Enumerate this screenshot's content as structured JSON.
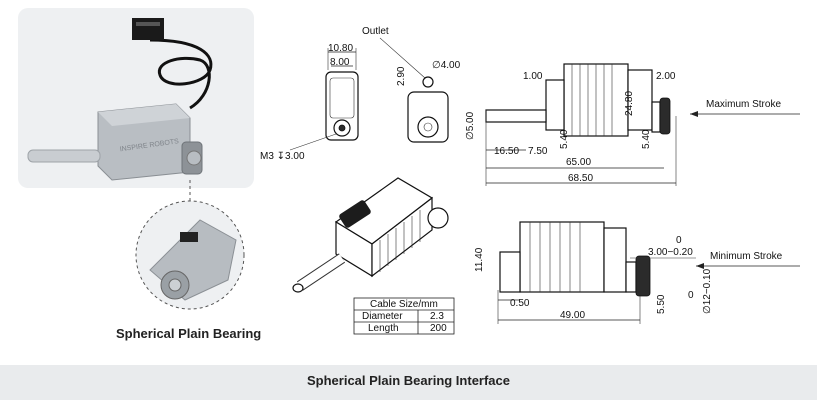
{
  "labels": {
    "outlet": "Outlet",
    "maximum_stroke": "Maximum Stroke",
    "minimum_stroke": "Minimum Stroke",
    "bearing_caption": "Spherical Plain Bearing",
    "footer_title": "Spherical Plain Bearing Interface",
    "brand_text": "INSPIRE ROBOTS"
  },
  "dimensions": {
    "width_outer": "10.80",
    "width_inner": "8.00",
    "thread": "M3 ↧3.00",
    "outlet_height": "2.90",
    "outlet_dia": "∅4.00",
    "rod_dia": "∅5.00",
    "top_left_offset": "1.00",
    "top_right_offset": "2.00",
    "height": "24.80",
    "rod_length": "16.50",
    "rod_step": "7.50",
    "bottom_a": "5.40",
    "bottom_b": "5.40",
    "body_length": "65.00",
    "total_length": "68.50",
    "min_height": "11.40",
    "tol_zero": "0",
    "tol_range": "3.00−0.20",
    "min_offset": "0.50",
    "min_length": "49.00",
    "min_small": "5.50",
    "min_dia": "∅12−0.10",
    "min_dia_zero": "0"
  },
  "cable_table": {
    "title": "Cable Size/mm",
    "rows": [
      {
        "key": "Diameter",
        "value": "2.3"
      },
      {
        "key": "Length",
        "value": "200"
      }
    ]
  }
}
